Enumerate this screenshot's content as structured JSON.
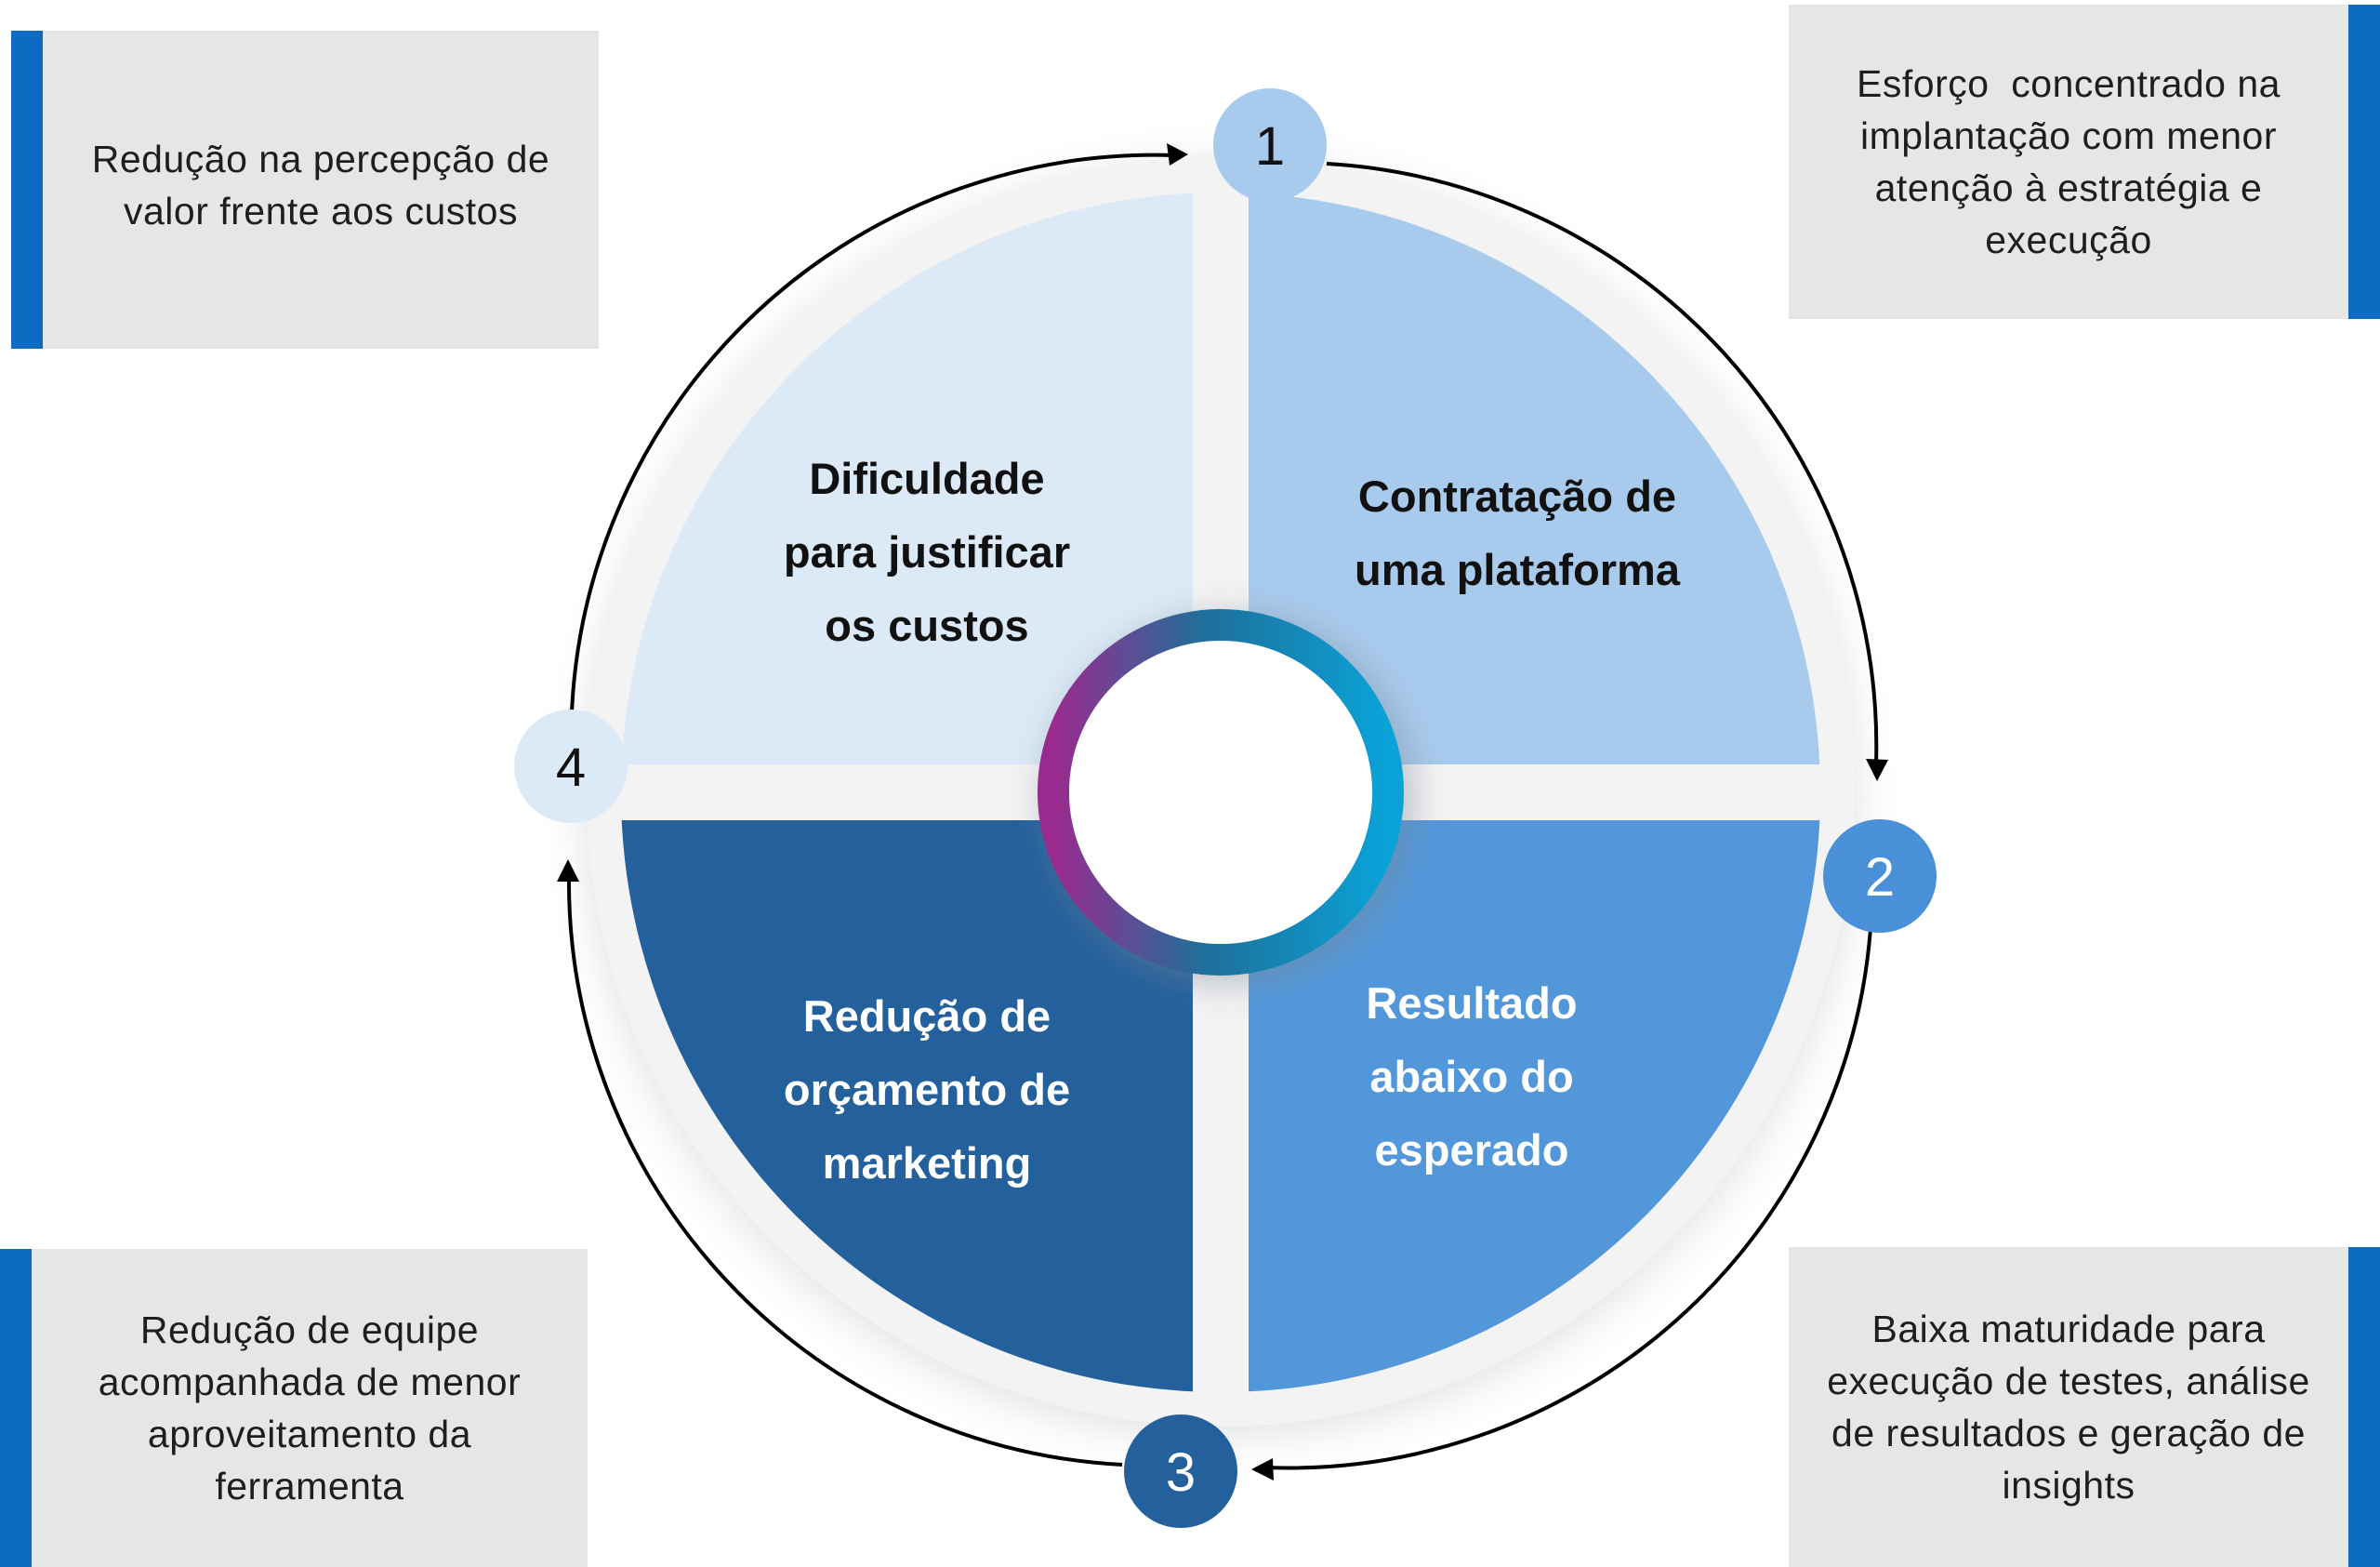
{
  "colors": {
    "callout_bg": "#e6e6e6",
    "callout_accent": "#0b6cc2",
    "q1": "#a8caec",
    "q2": "#5197da",
    "q3": "#23609c",
    "q4": "#dce9f6",
    "arrow": "#000000"
  },
  "quadrants": [
    {
      "id": "q1",
      "lines": [
        "Contratação de",
        "uma plataforma"
      ],
      "text_color": "#111111"
    },
    {
      "id": "q2",
      "lines": [
        "Resultado",
        "abaixo do",
        "esperado"
      ],
      "text_color": "#ffffff"
    },
    {
      "id": "q3",
      "lines": [
        "Redução de",
        "orçamento de",
        "marketing"
      ],
      "text_color": "#ffffff"
    },
    {
      "id": "q4",
      "lines": [
        "Dificuldade",
        "para justificar",
        "os custos"
      ],
      "text_color": "#111111"
    }
  ],
  "steps": [
    {
      "label": "1",
      "fill": "#a8caec",
      "text_color": "#111111"
    },
    {
      "label": "2",
      "fill": "#4a90d9",
      "text_color": "#ffffff"
    },
    {
      "label": "3",
      "fill": "#23609c",
      "text_color": "#ffffff"
    },
    {
      "label": "4",
      "fill": "#dce9f6",
      "text_color": "#111111"
    }
  ],
  "callouts": {
    "top_left": [
      "Redução na percepção de",
      "valor frente aos custos"
    ],
    "top_right": [
      "Esforço  concentrado na",
      "implantação com menor",
      "atenção à estratégia e",
      "execução"
    ],
    "bottom_left": [
      "Redução de equipe",
      "acompanhada de menor",
      "aproveitamento da",
      "ferramenta"
    ],
    "bottom_right": [
      "Baixa maturidade para",
      "execução de testes, análise",
      "de resultados e geração de",
      "insights"
    ]
  }
}
